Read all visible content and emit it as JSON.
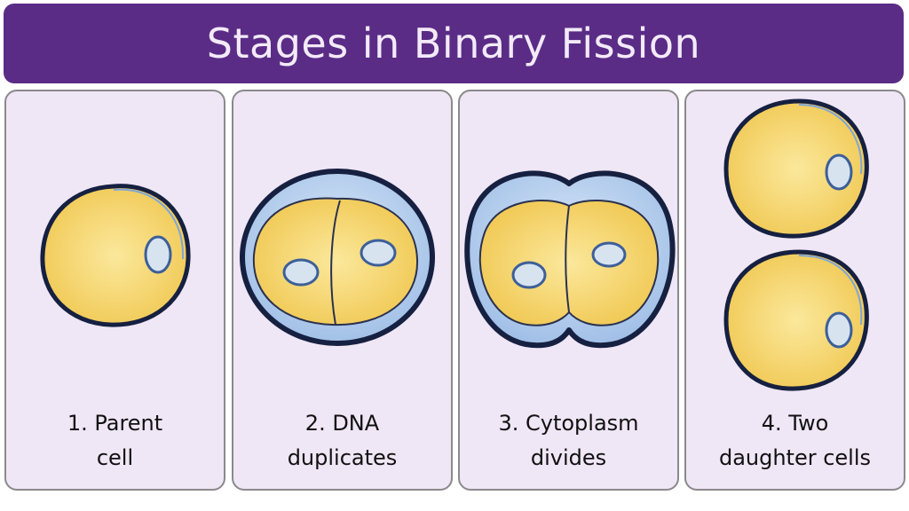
{
  "title": "Stages in Binary Fission",
  "stages": [
    {
      "line1": "1. Parent",
      "line2": "cell"
    },
    {
      "line1": "2. DNA",
      "line2": "duplicates"
    },
    {
      "line1": "3. Cytoplasm",
      "line2": "divides"
    },
    {
      "line1": "4. Two",
      "line2": "daughter cells"
    }
  ],
  "colors": {
    "header": "#5a2c86",
    "panel": "#efe6f6",
    "membrane": "#162040",
    "cytoplasm": "#f6d46a",
    "wall": "#a9c6ea",
    "nucleoid": "#d7e4f0"
  }
}
